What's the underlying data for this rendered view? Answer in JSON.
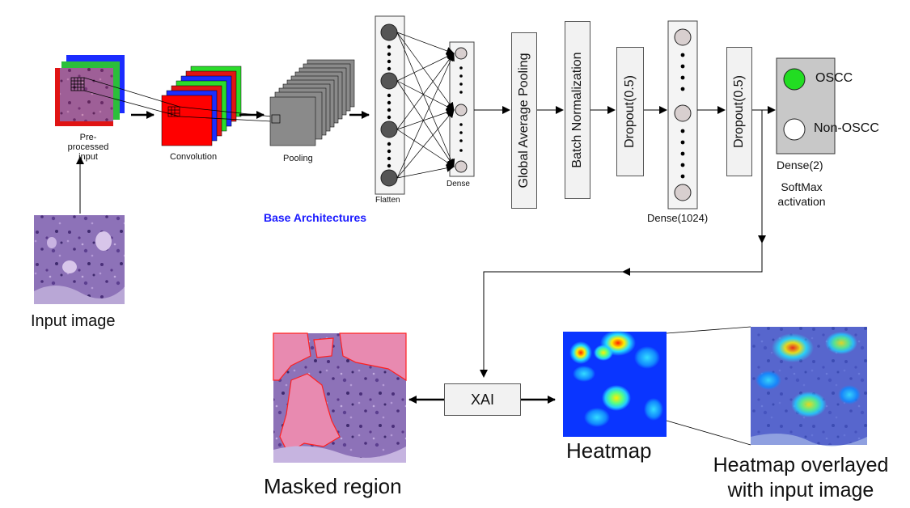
{
  "labels": {
    "preprocessed_line1": "Pre-processed",
    "preprocessed_line2": "input",
    "convolution": "Convolution",
    "pooling": "Pooling",
    "flatten": "Flatten",
    "dense": "Dense",
    "base_architectures": "Base Architectures",
    "global_avg_pooling": "Global Average Pooling",
    "batch_normalization": "Batch Normalization",
    "dropout1": "Dropout(0.5)",
    "dense1024": "Dense(1024)",
    "dropout2": "Dropout(0.5)",
    "oscc": "OSCC",
    "non_oscc": "Non-OSCC",
    "dense2": "Dense(2)",
    "softmax_line1": "SoftMax",
    "softmax_line2": "activation",
    "input_image": "Input image",
    "xai": "XAI",
    "masked_region": "Masked region",
    "heatmap": "Heatmap",
    "overlay_line1": "Heatmap overlayed",
    "overlay_line2": "with input image"
  },
  "colors": {
    "oscc_node": "#22dd22",
    "non_oscc_node": "#ffffff",
    "base_text": "#1a1aff",
    "conv_red": "#ff0000",
    "pool_gray": "#8a8a8a",
    "tissue_purple": "#8a6fb4",
    "mask_pink": "#e88ab0",
    "heat_blue": "#0a35ff"
  }
}
